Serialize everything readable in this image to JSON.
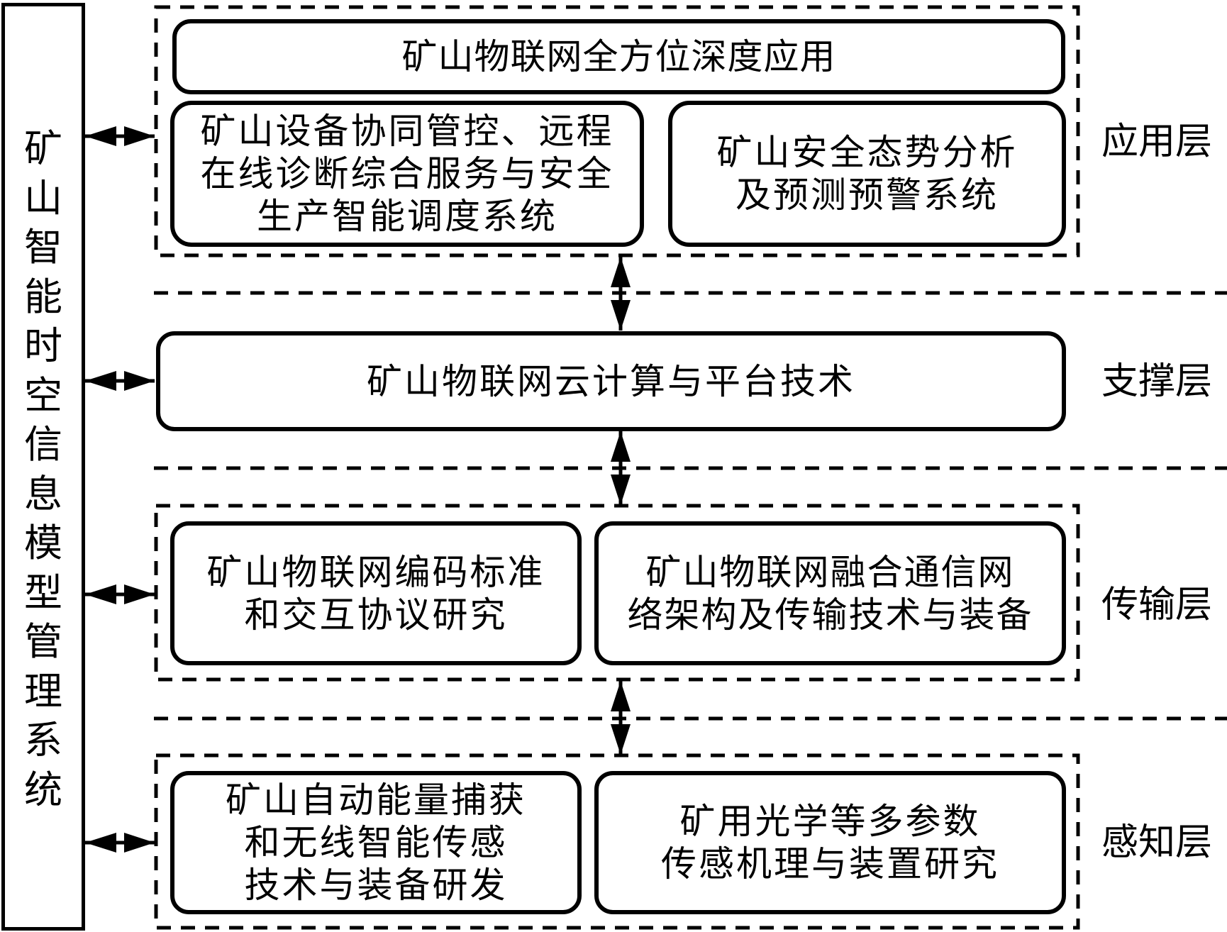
{
  "side_panel": {
    "title": "矿山智能时空信息模型管理系统"
  },
  "layers": {
    "application": {
      "label": "应用层",
      "top_box": "矿山物联网全方位深度应用",
      "left_box": "矿山设备协同管控、远程\n在线诊断综合服务与安全\n生产智能调度系统",
      "right_box": "矿山安全态势分析\n及预测预警系统"
    },
    "support": {
      "label": "支撑层",
      "box": "矿山物联网云计算与平台技术"
    },
    "transmission": {
      "label": "传输层",
      "left_box": "矿山物联网编码标准\n和交互协议研究",
      "right_box": "矿山物联网融合通信网\n络架构及传输技术与装备"
    },
    "perception": {
      "label": "感知层",
      "left_box": "矿山自动能量捕获\n和无线智能传感\n技术与装备研发",
      "right_box": "矿用光学等多参数\n传感机理与装置研究"
    }
  },
  "connectors": {
    "horizontal": [
      "application",
      "support",
      "transmission",
      "perception"
    ],
    "vertical": [
      "application-support",
      "support-transmission",
      "transmission-perception"
    ],
    "style": "double-arrow"
  }
}
